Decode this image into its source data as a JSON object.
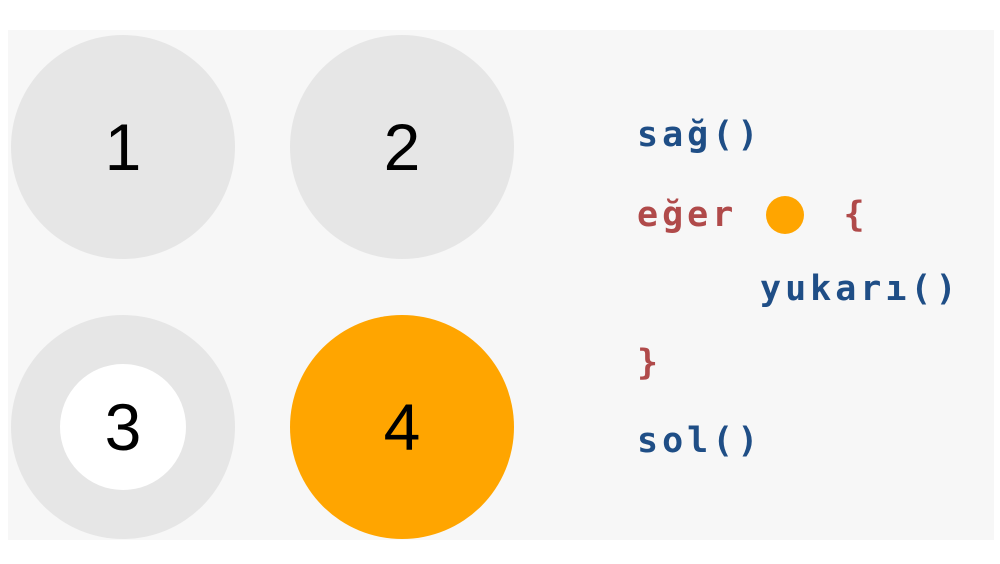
{
  "colors": {
    "cell_gray": "#e6e6e6",
    "active": "#ffa500",
    "marker": "#ffffff",
    "call": "#1f4e86",
    "keyword": "#b04a4a"
  },
  "cells": [
    {
      "label": "1",
      "state": "empty"
    },
    {
      "label": "2",
      "state": "empty"
    },
    {
      "label": "3",
      "state": "marked"
    },
    {
      "label": "4",
      "state": "active"
    }
  ],
  "code": {
    "line1": "sağ()",
    "line2_keyword": "eğer",
    "line2_brace": "{",
    "line3": "yukarı()",
    "line4": "}",
    "line5": "sol()"
  }
}
